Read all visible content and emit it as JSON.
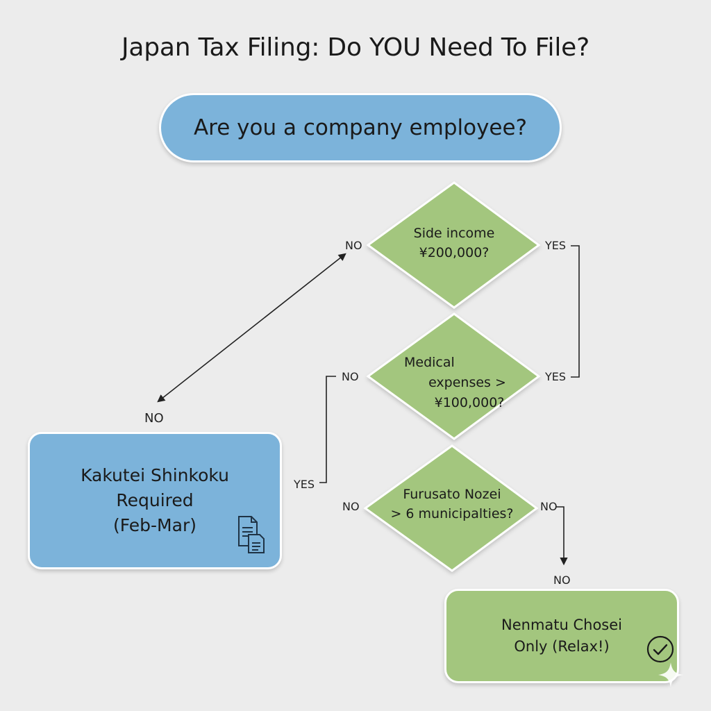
{
  "title": "Japan Tax Filing: Do YOU Need To File?",
  "start_question": "Are you a company employee?",
  "decisions": {
    "side_income": {
      "line1": "Side income",
      "line2": "¥200,000?"
    },
    "medical": {
      "line1": "Medical",
      "line2": "expenses >",
      "line3": "¥100,000?"
    },
    "furusato": {
      "line1": "Furusato Nozei",
      "line2": "> 6 municipalties?"
    }
  },
  "outcomes": {
    "required": {
      "line1": "Kakutei Shinkoku",
      "line2": "Required",
      "line3": "(Feb-Mar)"
    },
    "relax": {
      "line1": "Nenmatu Chosei",
      "line2": "Only (Relax!)"
    }
  },
  "edge_labels": {
    "side_no": "NO",
    "side_yes": "YES",
    "medical_no": "NO",
    "medical_yes": "YES",
    "furusato_no_left": "NO",
    "furusato_no_right": "NO",
    "arrow_no": "NO",
    "loop_yes": "YES",
    "relax_no": "NO"
  },
  "colors": {
    "blue": "#7cb3da",
    "green": "#a3c67e",
    "background": "#ececec"
  },
  "icons": {
    "document": "document-icon",
    "check": "check-circle-icon",
    "sparkle": "sparkle-icon"
  }
}
